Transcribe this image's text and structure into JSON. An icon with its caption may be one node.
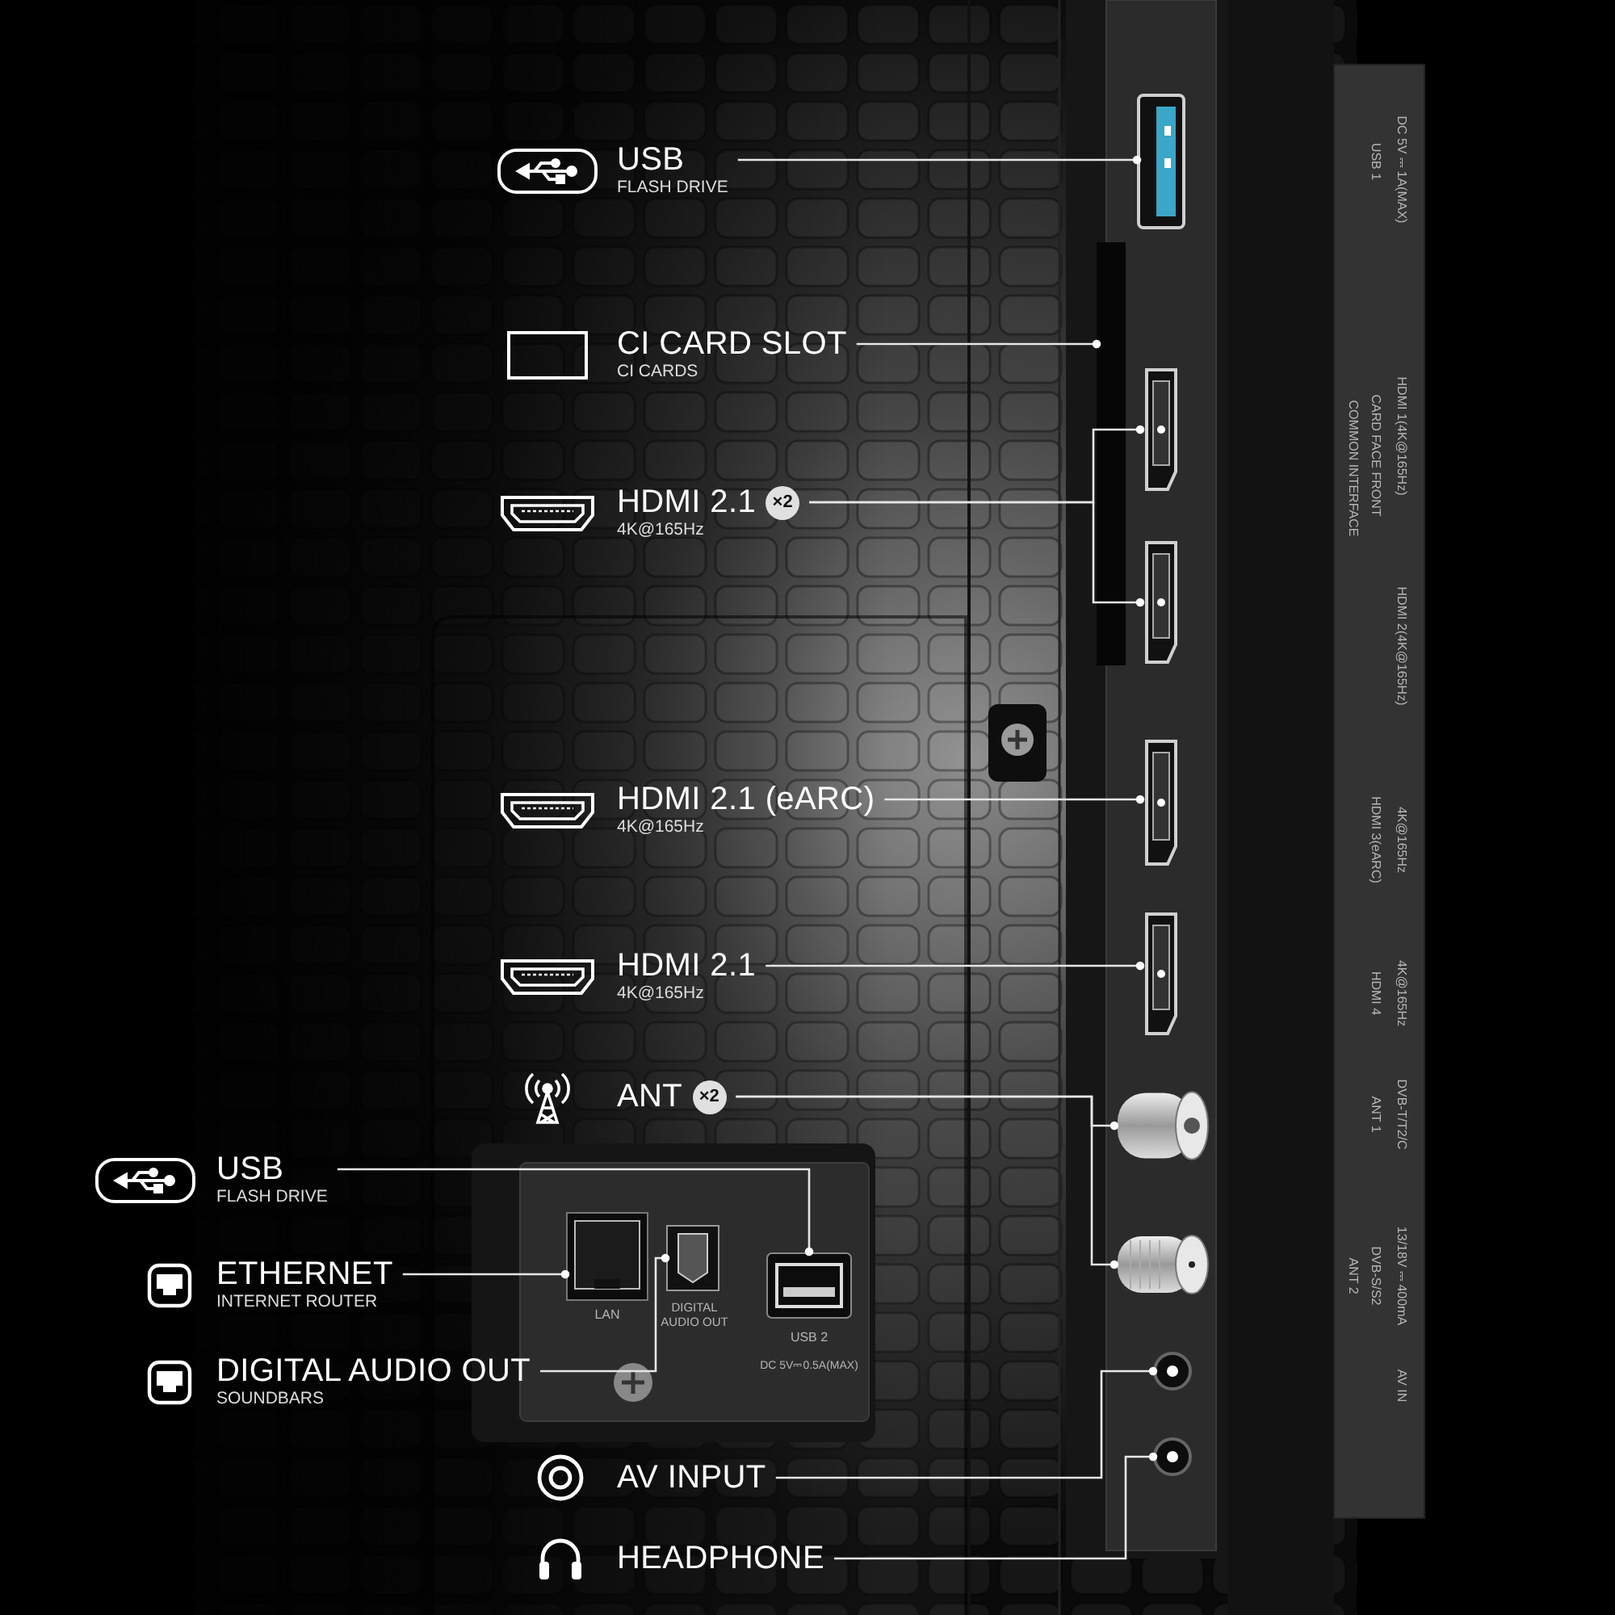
{
  "diagram": {
    "nodes": [
      {
        "text": [
          "USB",
          "FLASH DRIVE"
        ]
      },
      {
        "text": [
          "CI CARD SLOT",
          "CI CARDS"
        ]
      },
      {
        "text": [
          "HDMI 2.1",
          "×2",
          "4K@165Hz"
        ]
      },
      {
        "text": [
          "HDMI 2.1 (eARC)",
          "4K@165Hz"
        ]
      },
      {
        "text": [
          "HDMI 2.1",
          "4K@165Hz"
        ]
      },
      {
        "text": [
          "ANT",
          "×2"
        ]
      },
      {
        "text": [
          "USB",
          "FLASH DRIVE"
        ]
      },
      {
        "text": [
          "ETHERNET",
          "INTERNET ROUTER"
        ]
      },
      {
        "text": [
          "DIGITAL AUDIO OUT",
          "SOUNDBARS"
        ]
      },
      {
        "text": [
          "AV INPUT"
        ]
      },
      {
        "text": [
          "HEADPHONE"
        ]
      },
      {
        "text": [],
        "shape": "box"
      },
      {
        "text": [],
        "shape": "bar"
      },
      {
        "text": [],
        "shape": "box"
      },
      {
        "text": [],
        "shape": "box"
      },
      {
        "text": [],
        "shape": "box"
      },
      {
        "text": [],
        "shape": "box"
      },
      {
        "text": [],
        "shape": "cylinder"
      },
      {
        "text": [],
        "shape": "cylinder"
      },
      {
        "text": [],
        "shape": "box"
      },
      {
        "text": [],
        "shape": "box"
      },
      {
        "text": [],
        "shape": "box"
      },
      {
        "text": [],
        "shape": "circle"
      },
      {
        "text": [],
        "shape": "circle"
      }
    ],
    "edges": [
      {
        "from": 0,
        "to": 11,
        "arrow": "other"
      },
      {
        "from": 1,
        "to": 12,
        "arrow": "other"
      },
      {
        "from": 2,
        "to": 13,
        "arrow": "other"
      },
      {
        "from": 2,
        "to": 14,
        "arrow": "other"
      },
      {
        "from": 3,
        "to": 15,
        "arrow": "other"
      },
      {
        "from": 4,
        "to": 16,
        "arrow": "other"
      },
      {
        "from": 5,
        "to": 17,
        "arrow": "other"
      },
      {
        "from": 5,
        "to": 18,
        "arrow": "other"
      },
      {
        "from": 6,
        "to": 19,
        "arrow": "other"
      },
      {
        "from": 7,
        "to": 20,
        "arrow": "other"
      },
      {
        "from": 8,
        "to": 21,
        "arrow": "other"
      },
      {
        "from": 9,
        "to": 22,
        "arrow": "other"
      },
      {
        "from": 10,
        "to": 23,
        "arrow": "other"
      }
    ],
    "labels": [
      "LAN",
      "DIGITAL AUDIO OUT",
      "USB 2",
      "DC 5V⎓0.5A(MAX)",
      "USB 1",
      "DC 5V ⎓ 1A(MAX)",
      "COMMON INTERFACE",
      "CARD FACE FRONT",
      "HDMI 1(4K@165Hz)",
      "HDMI 2(4K@165Hz)",
      "HDMI 3(eARC)",
      "4K@165Hz",
      "HDMI 4",
      "4K@165Hz",
      "ANT 1",
      "DVB-T/T2/C",
      "ANT 2",
      "DVB-S/S2",
      "13/18V ⎓ 400mA",
      "AV IN"
    ]
  }
}
